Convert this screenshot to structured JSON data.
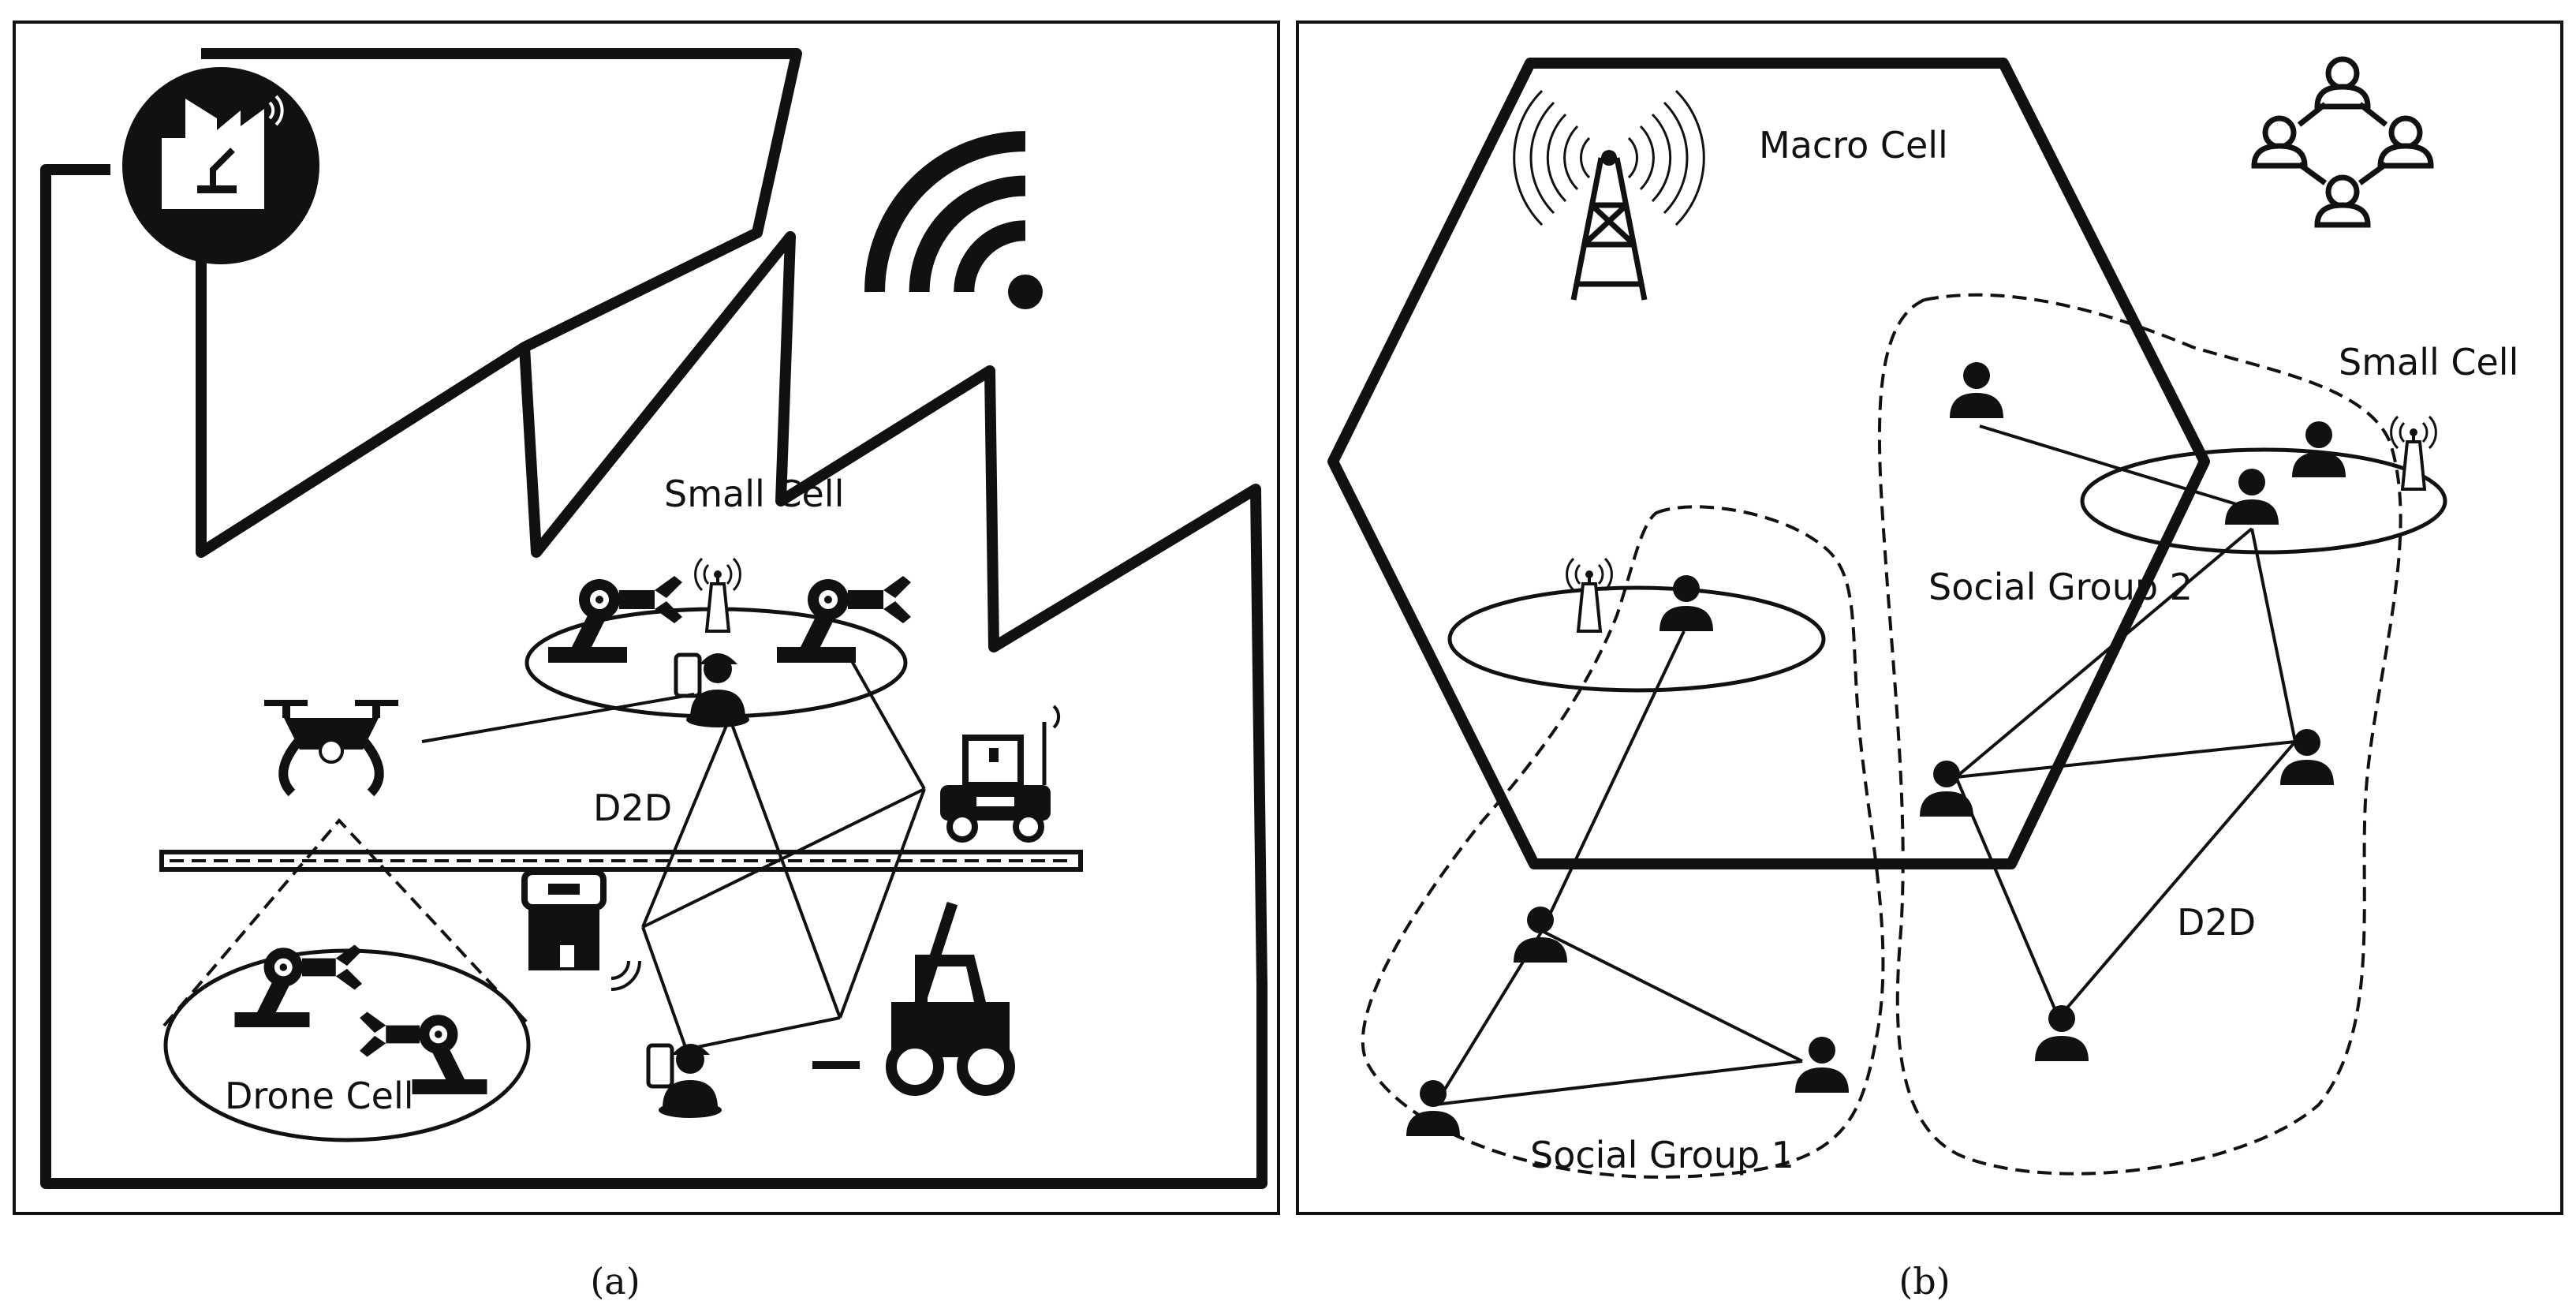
{
  "panel_a": {
    "caption": "(a)",
    "labels": {
      "small_cell": "Small Cell",
      "d2d": "D2D",
      "drone_cell": "Drone Cell"
    }
  },
  "panel_b": {
    "caption": "(b)",
    "labels": {
      "macro_cell": "Macro Cell",
      "small_cell": "Small Cell",
      "social_group_1": "Social Group 1",
      "social_group_2": "Social Group 2",
      "d2d": "D2D"
    }
  },
  "icons": [
    "factory-icon",
    "wifi-icon",
    "robot-arm-icon",
    "antenna-icon",
    "drone-icon",
    "worker-phone-icon",
    "delivery-robot-icon",
    "forklift-icon",
    "conveyor-icon",
    "tower-icon",
    "social-network-icon",
    "person-icon"
  ]
}
